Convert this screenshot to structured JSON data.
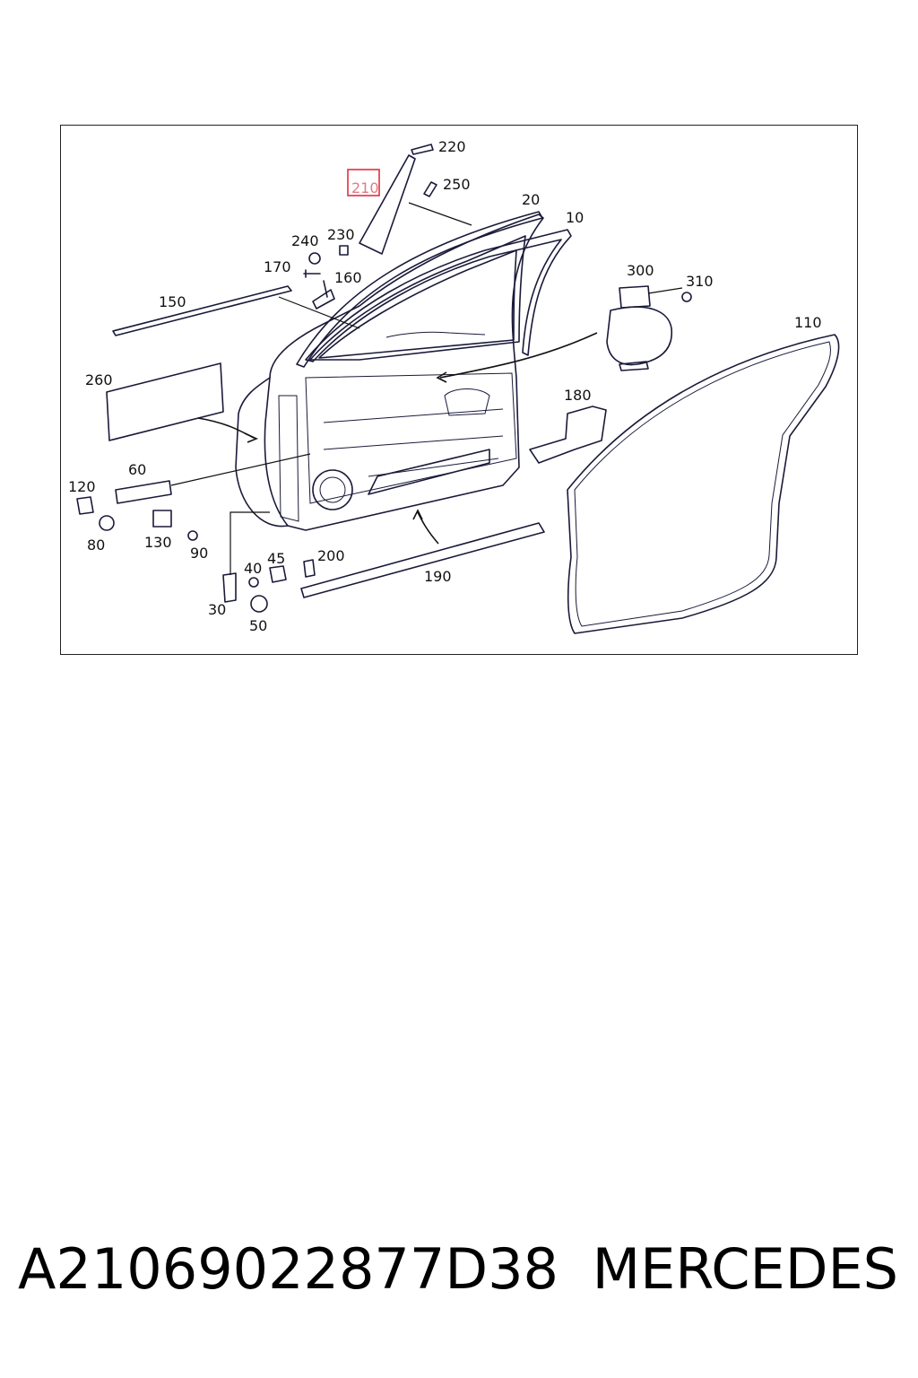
{
  "diagram": {
    "callouts": {
      "c10": "10",
      "c20": "20",
      "c30": "30",
      "c40": "40",
      "c45": "45",
      "c50": "50",
      "c60": "60",
      "c80": "80",
      "c90": "90",
      "c110": "110",
      "c120": "120",
      "c130": "130",
      "c150": "150",
      "c160": "160",
      "c170": "170",
      "c180": "180",
      "c190": "190",
      "c200": "200",
      "c210": "210",
      "c220": "220",
      "c230": "230",
      "c240": "240",
      "c250": "250",
      "c260": "260",
      "c300": "300",
      "c310": "310"
    },
    "highlighted_callout": "210",
    "highlight_color": "#e0303f",
    "line_color": "#1a1a3a"
  },
  "footer": {
    "part_number": "A21069022877D38",
    "brand": "MERCEDES"
  }
}
